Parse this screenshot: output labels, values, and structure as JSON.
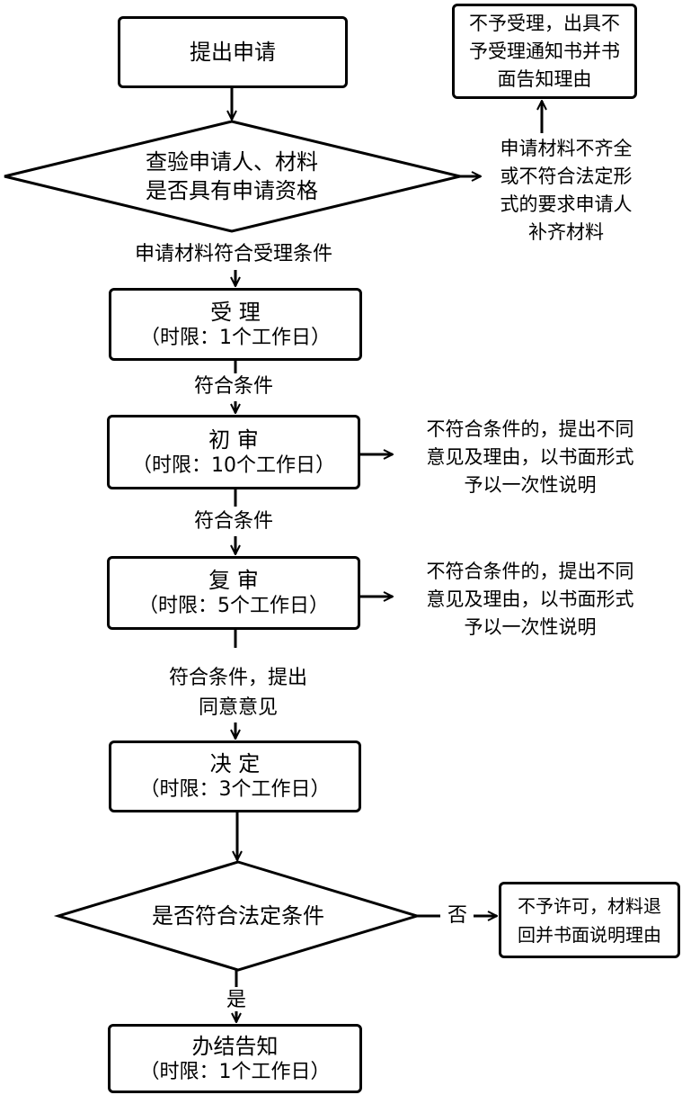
{
  "nodes": {
    "apply": "提出申请",
    "check": "查验申请人、材料\n是否具有申请资格",
    "reject_notice": "不予受理，出具不\n予受理通知书并书\n面告知理由",
    "incomplete_note": "申请材料不齐全\n或不符合法定形\n式的要求申请人\n补齐材料",
    "accept": {
      "title": "受 理",
      "time": "（时限：1个工作日）"
    },
    "first_review": {
      "title": "初 审",
      "time": "（时限：10个工作日）"
    },
    "first_review_note": "不符合条件的，提出不同\n意见及理由，以书面形式\n予以一次性说明",
    "second_review": {
      "title": "复 审",
      "time": "（时限：5个工作日）"
    },
    "second_review_note": "不符合条件的，提出不同\n意见及理由，以书面形式\n予以一次性说明",
    "decision": {
      "title": "决 定",
      "time": "（时限：3个工作日）"
    },
    "legal_check": "是否符合法定条件",
    "deny": "不予许可，材料退\n回并书面说明理由",
    "finish": {
      "title": "办结告知",
      "time": "（时限：1个工作日）"
    }
  },
  "edge_labels": {
    "meets_acceptance": "申请材料符合受理条件",
    "meets_1": "符合条件",
    "meets_2": "符合条件",
    "meets_agree": "符合条件，提出\n同意意见",
    "no": "否",
    "yes": "是"
  }
}
